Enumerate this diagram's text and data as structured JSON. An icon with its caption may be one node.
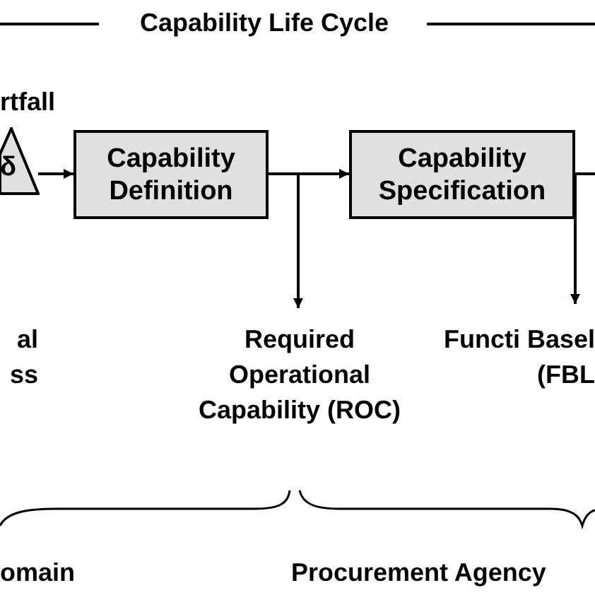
{
  "diagram": {
    "title": "Capability Life Cycle",
    "nodes": [
      {
        "text": [
          "δ"
        ],
        "beside": [
          "rtfall"
        ]
      },
      {
        "text": [
          "Capability Definition"
        ]
      },
      {
        "text": [
          "Capability Specification"
        ]
      },
      {
        "text": [
          "Required Operational Capability (ROC)"
        ]
      },
      {
        "text": [
          "Functi Basel (FBL"
        ]
      }
    ],
    "edges": [
      {
        "from": 0,
        "to": 1,
        "arrow": "to"
      },
      {
        "from": 1,
        "to": 2,
        "arrow": "to"
      },
      {
        "from": 1,
        "to": 3,
        "arrow": "to"
      },
      {
        "from": 2,
        "to": 4,
        "arrow": "to"
      },
      {
        "from": 2,
        "to": null,
        "arrow": "none"
      }
    ],
    "labels": [
      "al ss",
      "omain",
      "Procurement Agency"
    ]
  }
}
